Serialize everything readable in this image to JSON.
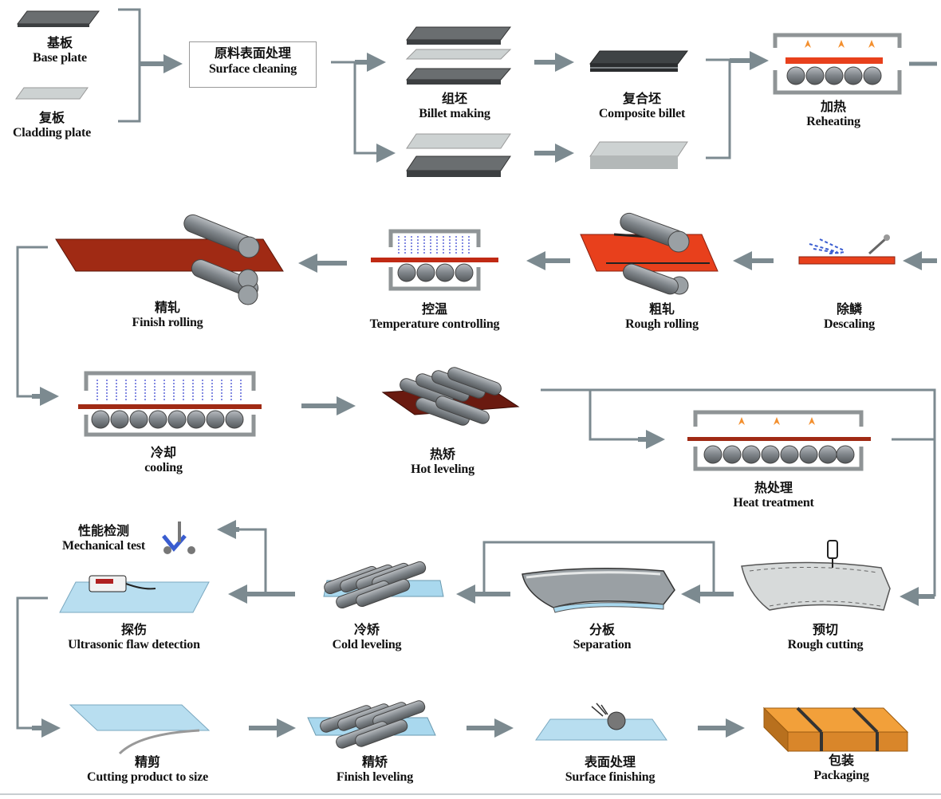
{
  "steps": {
    "base_plate": {
      "zh": "基板",
      "en": "Base plate"
    },
    "cladding_plate": {
      "zh": "复板",
      "en": "Cladding plate"
    },
    "surface_cleaning": {
      "zh": "原料表面处理",
      "en": "Surface cleaning"
    },
    "billet_making": {
      "zh": "组坯",
      "en": "Billet making"
    },
    "composite_billet": {
      "zh": "复合坯",
      "en": "Composite billet"
    },
    "reheating": {
      "zh": "加热",
      "en": "Reheating"
    },
    "descaling": {
      "zh": "除鳞",
      "en": "Descaling"
    },
    "rough_rolling": {
      "zh": "粗轧",
      "en": "Rough rolling"
    },
    "temperature_controlling": {
      "zh": "控温",
      "en": "Temperature controlling"
    },
    "finish_rolling": {
      "zh": "精轧",
      "en": "Finish rolling"
    },
    "cooling": {
      "zh": "冷却",
      "en": "cooling"
    },
    "hot_leveling": {
      "zh": "热矫",
      "en": "Hot leveling"
    },
    "heat_treatment": {
      "zh": "热处理",
      "en": "Heat treatment"
    },
    "rough_cutting": {
      "zh": "预切",
      "en": "Rough cutting"
    },
    "separation": {
      "zh": "分板",
      "en": "Separation"
    },
    "cold_leveling": {
      "zh": "冷矫",
      "en": "Cold leveling"
    },
    "ultrasonic": {
      "zh": "探伤",
      "en": "Ultrasonic flaw detection"
    },
    "mechanical_test": {
      "zh": "性能检测",
      "en": "Mechanical test"
    },
    "cutting_to_size": {
      "zh": "精剪",
      "en": "Cutting product to size"
    },
    "finish_leveling": {
      "zh": "精矫",
      "en": "Finish leveling"
    },
    "surface_finishing": {
      "zh": "表面处理",
      "en": "Surface finishing"
    },
    "packaging": {
      "zh": "包装",
      "en": "Packaging"
    }
  },
  "colors": {
    "arrow": "#7c8a90",
    "dark_plate": "#5a5e60",
    "light_plate": "#c9cdcd",
    "hot_plate": "#e8401c",
    "rolled_plate": "#a02a14",
    "cold_plate": "#a9d8ee",
    "roller": "#8a9096",
    "furnace": "#a4a8aa",
    "flame": "#f39030"
  }
}
